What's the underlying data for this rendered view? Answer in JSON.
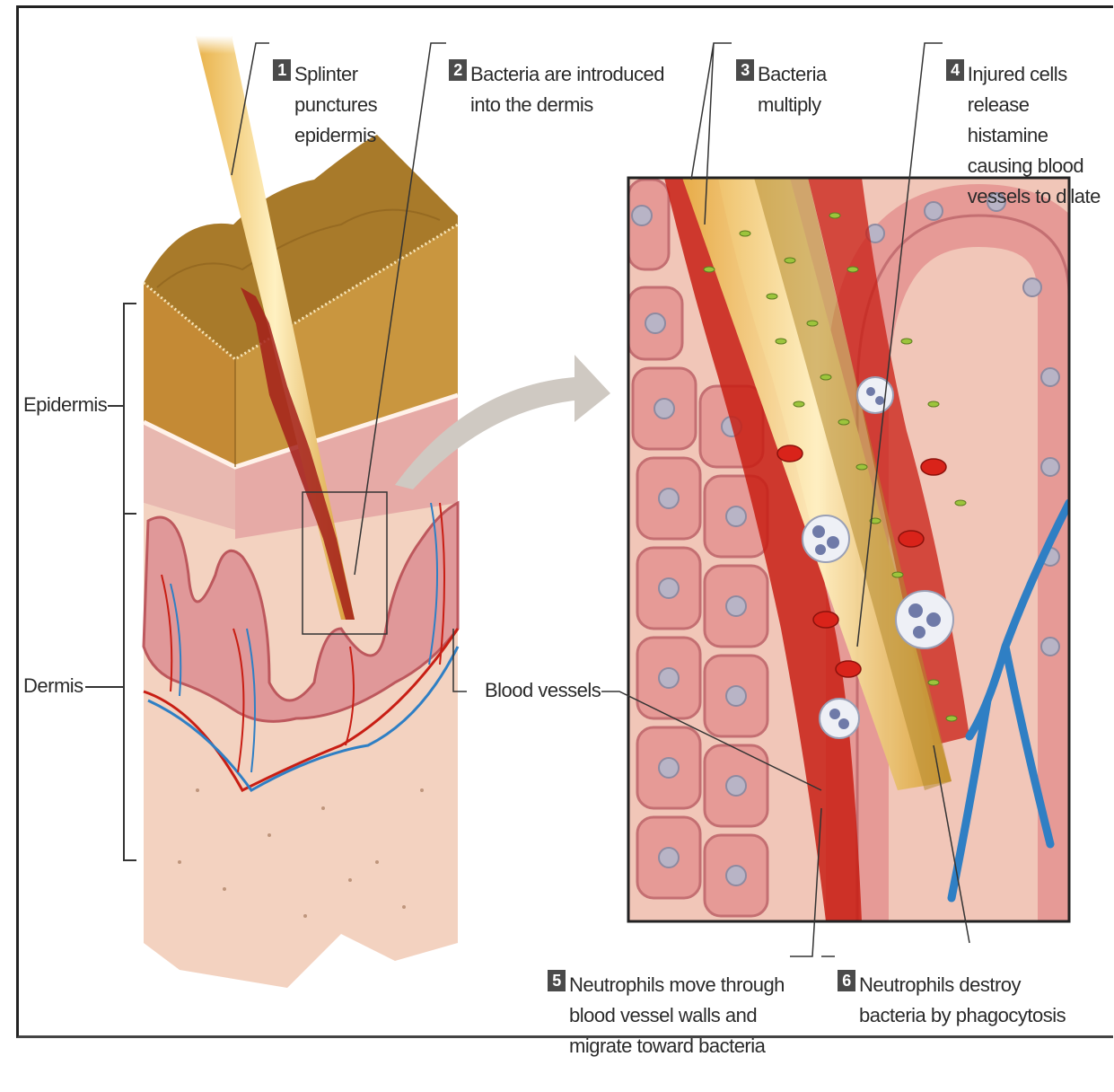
{
  "steps": [
    {
      "number": "1",
      "text": "Splinter\npunctures\nepidermis"
    },
    {
      "number": "2",
      "text": "Bacteria are introduced\ninto the dermis"
    },
    {
      "number": "3",
      "text": "Bacteria\nmultiply"
    },
    {
      "number": "4",
      "text": "Injured cells\nrelease histamine\ncausing blood\nvessels to dilate"
    },
    {
      "number": "5",
      "text": "Neutrophils move through\nblood vessel walls and\nmigrate toward bacteria"
    },
    {
      "number": "6",
      "text": "Neutrophils destroy\nbacteria by phagocytosis"
    }
  ],
  "labels": {
    "epidermis": "Epidermis",
    "dermis": "Dermis",
    "blood_vessels": "Blood vessels"
  },
  "colors": {
    "epidermis_top": "#a87a2a",
    "epidermis_side": "#c9963f",
    "dermis": "#e8b8b0",
    "deep_dermis": "#f3d2c0",
    "cell_fill": "#e69a96",
    "blood": "#c81e14",
    "bacteria": "#9cc43c",
    "vein": "#2f7fc4"
  }
}
